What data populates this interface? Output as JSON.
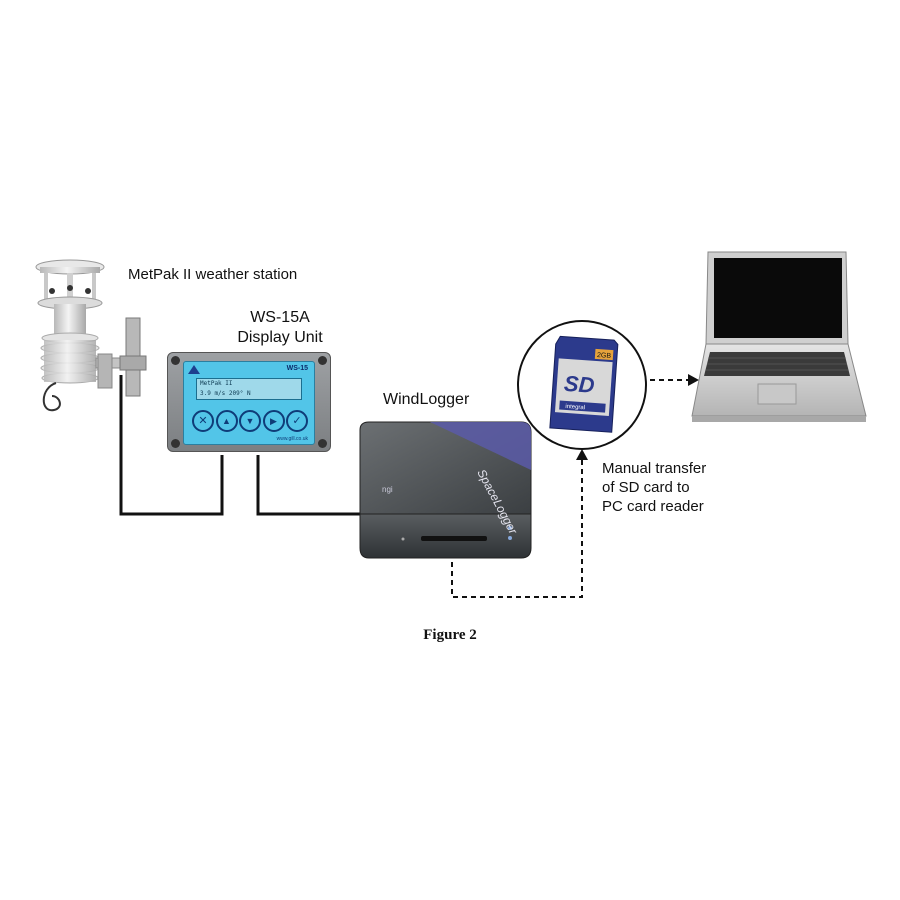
{
  "labels": {
    "weather_station": "MetPak II weather station",
    "display_title": "WS-15A",
    "display_subtitle": "Display Unit",
    "logger": "WindLogger",
    "transfer_line1": "Manual transfer",
    "transfer_line2": "of SD card to",
    "transfer_line3": "PC card reader"
  },
  "caption": "Figure 2",
  "display_unit": {
    "badge": "WS-15",
    "lcd_line1": "MetPak II",
    "lcd_line2": "3.9 m/s  209° N",
    "buttons": [
      "cross-icon",
      "up-arrow-icon",
      "down-arrow-icon",
      "right-arrow-icon",
      "check-icon"
    ],
    "footer": "www.gill.co.uk"
  },
  "logger_unit": {
    "brand_text": "SpaceLogger",
    "logo_text": "ngi"
  },
  "sd_card": {
    "capacity": "2GB",
    "logo": "SD",
    "brand": "integral"
  },
  "colors": {
    "wire": "#111111",
    "lcd": "#52c5e8",
    "display_body": "#8a8d90",
    "logger_body": "#4a4f52",
    "logger_accent": "#5a5aa8",
    "sd_card": "#2c3a8c",
    "sd_label": "#d8d8d8",
    "laptop_body": "#d6d6d6",
    "laptop_screen": "#0a0a0a"
  }
}
